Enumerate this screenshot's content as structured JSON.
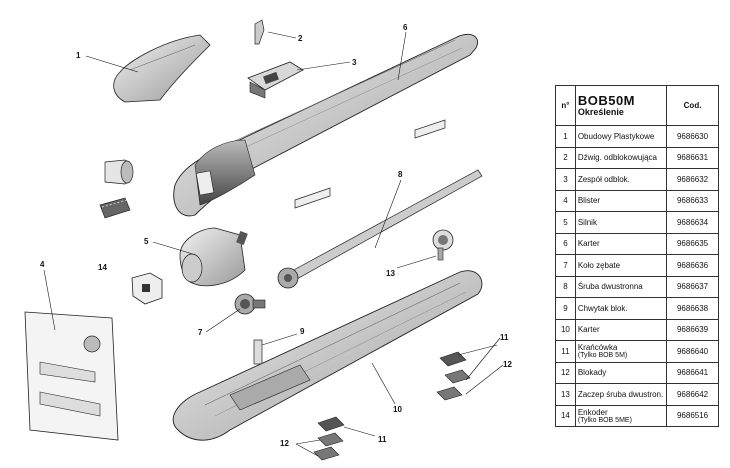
{
  "table": {
    "header": {
      "n": "n°",
      "model": "BOB50M",
      "desc": "Określenie",
      "code": "Cod."
    },
    "rows": [
      {
        "n": "1",
        "name": "Obudowy Plastykowe",
        "sub": "",
        "code": "9686630"
      },
      {
        "n": "2",
        "name": "Dźwig. odblokowująca",
        "sub": "",
        "code": "9686631"
      },
      {
        "n": "3",
        "name": "Zespół odblok.",
        "sub": "",
        "code": "9686632"
      },
      {
        "n": "4",
        "name": "Blister",
        "sub": "",
        "code": "9686633"
      },
      {
        "n": "5",
        "name": "Silnik",
        "sub": "",
        "code": "9686634"
      },
      {
        "n": "6",
        "name": "Karter",
        "sub": "",
        "code": "9686635"
      },
      {
        "n": "7",
        "name": "Koło zębate",
        "sub": "",
        "code": "9686636"
      },
      {
        "n": "8",
        "name": "Śruba dwustronna",
        "sub": "",
        "code": "9686637"
      },
      {
        "n": "9",
        "name": "Chwytak blok.",
        "sub": "",
        "code": "9686638"
      },
      {
        "n": "10",
        "name": "Karter",
        "sub": "",
        "code": "9686639"
      },
      {
        "n": "11",
        "name": "Krańcówka",
        "sub": "(Tylko BOB 5M)",
        "code": "9686640"
      },
      {
        "n": "12",
        "name": "Blokady",
        "sub": "",
        "code": "9686641"
      },
      {
        "n": "13",
        "name": "Zaczep śruba dwustron.",
        "sub": "",
        "code": "9686642"
      },
      {
        "n": "14",
        "name": "Enkoder",
        "sub": "(Tylko BOB 5ME)",
        "code": "9686516"
      }
    ]
  },
  "callouts": [
    "1",
    "2",
    "3",
    "4",
    "5",
    "6",
    "7",
    "8",
    "9",
    "10",
    "11",
    "11",
    "12",
    "12",
    "13",
    "14"
  ]
}
